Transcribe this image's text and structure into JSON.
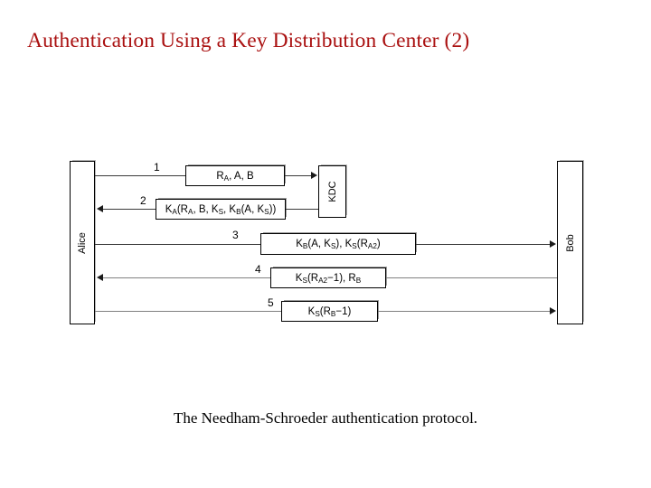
{
  "slide": {
    "title": "Authentication Using a Key Distribution Center (2)",
    "title_color": "#aa1111",
    "caption": "The Needham-Schroeder authentication protocol.",
    "background": "#ffffff"
  },
  "diagram": {
    "type": "sequence-diagram",
    "entities": [
      {
        "id": "alice",
        "label": "Alice",
        "orientation": "vertical"
      },
      {
        "id": "kdc",
        "label": "KDC",
        "orientation": "vertical"
      },
      {
        "id": "bob",
        "label": "Bob",
        "orientation": "vertical"
      }
    ],
    "messages": [
      {
        "number": "1",
        "from": "alice",
        "to": "kdc",
        "direction": "right",
        "payload_plain": "RA, A, B",
        "payload_parts": [
          {
            "t": "R"
          },
          {
            "t": "A",
            "sub": true
          },
          {
            "t": ", A, B"
          }
        ]
      },
      {
        "number": "2",
        "from": "kdc",
        "to": "alice",
        "direction": "left",
        "payload_plain": "KA (RA, B, KS, KB(A, KS))",
        "payload_parts": [
          {
            "t": "K"
          },
          {
            "t": "A",
            "sub": true
          },
          {
            "t": " (R"
          },
          {
            "t": "A",
            "sub": true
          },
          {
            "t": ", B, K"
          },
          {
            "t": "S",
            "sub": true
          },
          {
            "t": ", K"
          },
          {
            "t": "B",
            "sub": true
          },
          {
            "t": "(A, K"
          },
          {
            "t": "S",
            "sub": true
          },
          {
            "t": "))"
          }
        ]
      },
      {
        "number": "3",
        "from": "alice",
        "to": "bob",
        "direction": "right",
        "payload_plain": "KB(A, KS), KS (RA2)",
        "payload_parts": [
          {
            "t": "K"
          },
          {
            "t": "B",
            "sub": true
          },
          {
            "t": "(A, K"
          },
          {
            "t": "S",
            "sub": true
          },
          {
            "t": "), K"
          },
          {
            "t": "S",
            "sub": true
          },
          {
            "t": " (R"
          },
          {
            "t": "A2",
            "sub": true
          },
          {
            "t": ")"
          }
        ]
      },
      {
        "number": "4",
        "from": "bob",
        "to": "alice",
        "direction": "left",
        "payload_plain": "KS (RA2 −1), RB",
        "payload_parts": [
          {
            "t": "K"
          },
          {
            "t": "S",
            "sub": true
          },
          {
            "t": " (R"
          },
          {
            "t": "A2",
            "sub": true
          },
          {
            "t": " −1), R"
          },
          {
            "t": "B",
            "sub": true
          }
        ]
      },
      {
        "number": "5",
        "from": "alice",
        "to": "bob",
        "direction": "right",
        "payload_plain": "KS (RB −1)",
        "payload_parts": [
          {
            "t": "K"
          },
          {
            "t": "S",
            "sub": true
          },
          {
            "t": " (R"
          },
          {
            "t": "B",
            "sub": true
          },
          {
            "t": " −1)"
          }
        ]
      }
    ]
  }
}
